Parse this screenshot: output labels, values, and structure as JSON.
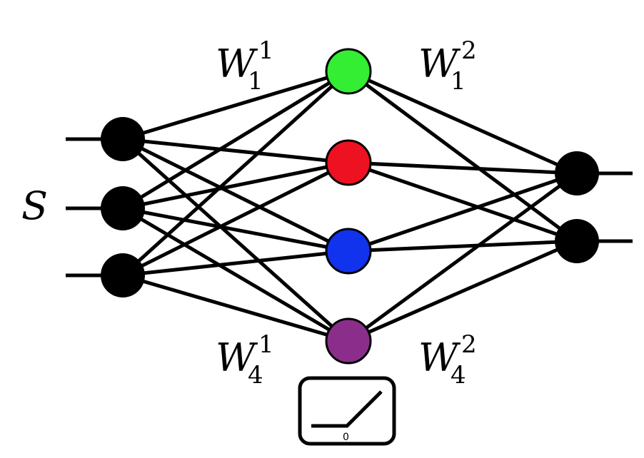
{
  "labels": {
    "input": "S",
    "w_top_left": {
      "base": "W",
      "sub": "1",
      "sup": "1"
    },
    "w_top_right": {
      "base": "W",
      "sub": "1",
      "sup": "2"
    },
    "w_bottom_left": {
      "base": "W",
      "sub": "4",
      "sup": "1"
    },
    "w_bottom_right": {
      "base": "W",
      "sub": "4",
      "sup": "2"
    },
    "activation_zero": "0"
  },
  "network": {
    "input_nodes": 3,
    "hidden_nodes": 4,
    "output_nodes": 2,
    "hidden_colors": [
      "#33ee33",
      "#ee1122",
      "#1133ee",
      "#8b2e8b"
    ],
    "io_color": "#000000",
    "activation": "relu"
  }
}
